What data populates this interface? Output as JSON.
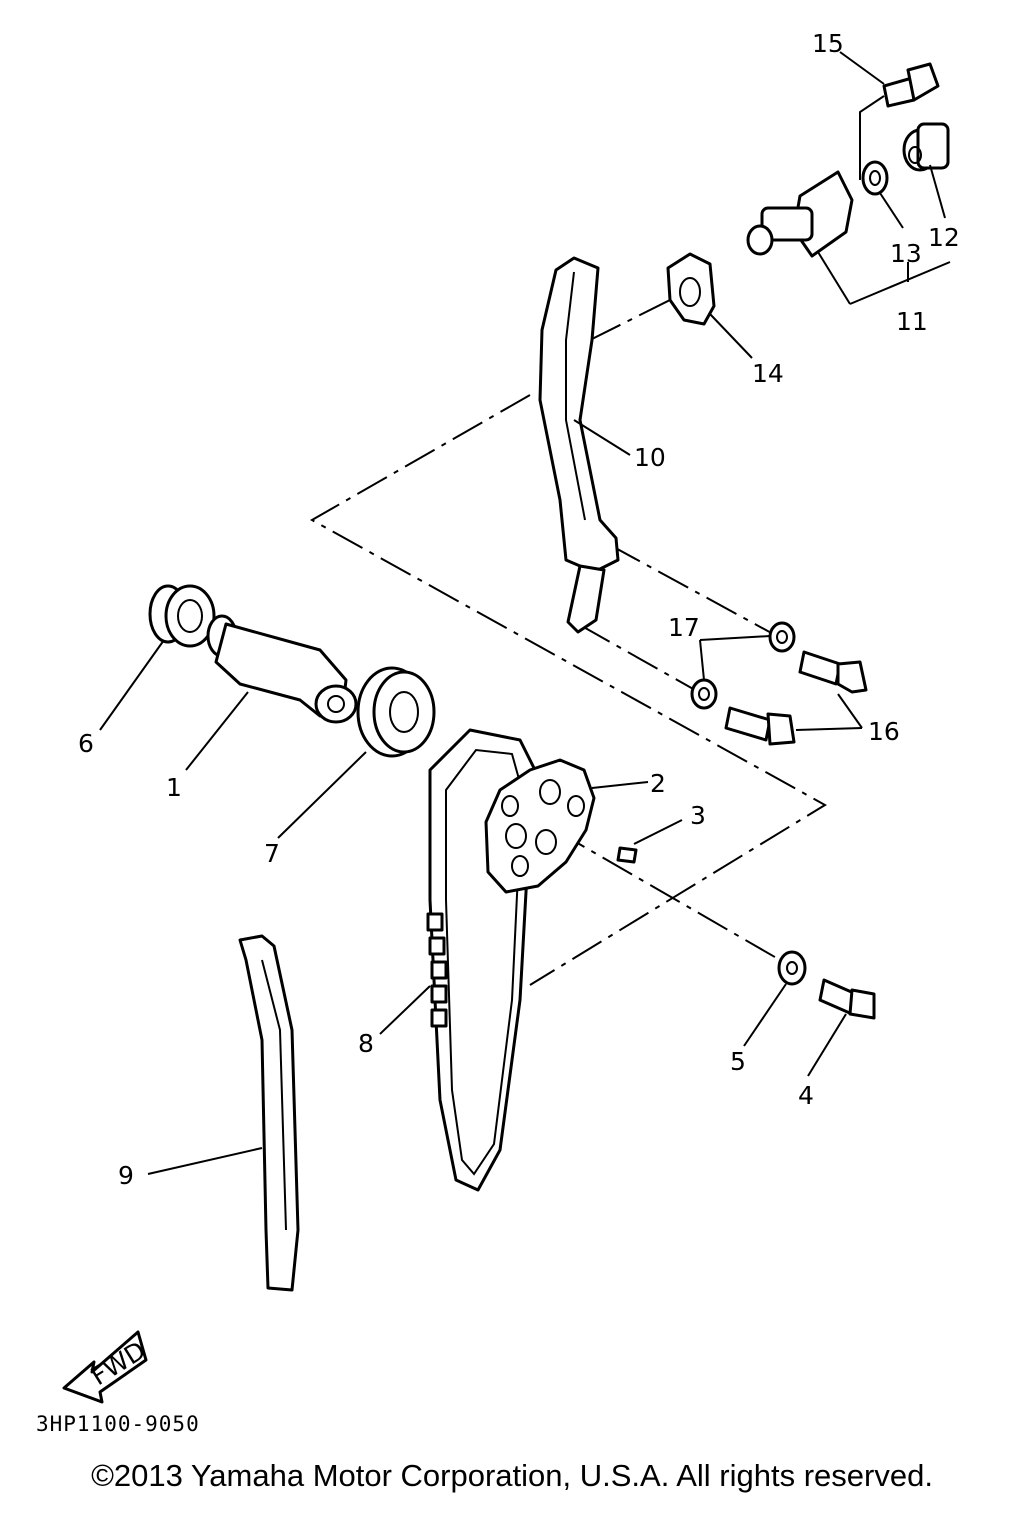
{
  "diagram": {
    "callouts": [
      {
        "id": "15",
        "label": "15"
      },
      {
        "id": "12",
        "label": "12"
      },
      {
        "id": "13",
        "label": "13"
      },
      {
        "id": "11",
        "label": "11"
      },
      {
        "id": "14",
        "label": "14"
      },
      {
        "id": "10",
        "label": "10"
      },
      {
        "id": "17",
        "label": "17"
      },
      {
        "id": "16",
        "label": "16"
      },
      {
        "id": "6",
        "label": "6"
      },
      {
        "id": "1",
        "label": "1"
      },
      {
        "id": "7",
        "label": "7"
      },
      {
        "id": "2",
        "label": "2"
      },
      {
        "id": "3",
        "label": "3"
      },
      {
        "id": "8",
        "label": "8"
      },
      {
        "id": "5",
        "label": "5"
      },
      {
        "id": "4",
        "label": "4"
      },
      {
        "id": "9",
        "label": "9"
      }
    ],
    "fwd_label": "FWD",
    "drawing_code": "3HP1100-9050"
  },
  "footer": {
    "copyright": "©2013 Yamaha Motor Corporation, U.S.A. All rights reserved."
  }
}
